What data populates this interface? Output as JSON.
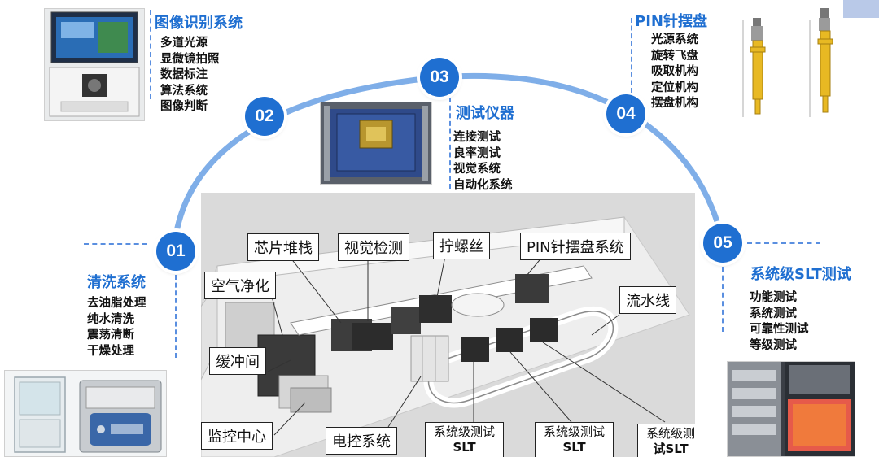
{
  "colors": {
    "accent": "#1f6fd1",
    "dash": "#5a8fe0",
    "label_border": "#222222",
    "factory_bg": "#dadada"
  },
  "stages": [
    {
      "num": "01",
      "title": "清洗系统",
      "items": [
        "去油脂处理",
        "纯水清洗",
        "震荡清断",
        "干燥处理"
      ]
    },
    {
      "num": "02",
      "title": "图像识别系统",
      "items": [
        "多道光源",
        "显微镜拍照",
        "数据标注",
        "算法系统",
        "图像判断"
      ]
    },
    {
      "num": "03",
      "title": "测试仪器",
      "items": [
        "连接测试",
        "良率测试",
        "视觉系统",
        "自动化系统"
      ]
    },
    {
      "num": "04",
      "title": "PIN针摆盘",
      "items": [
        "光源系统",
        "旋转飞盘",
        "吸取机构",
        "定位机构",
        "摆盘机构"
      ]
    },
    {
      "num": "05",
      "title": "系统级SLT测试",
      "items": [
        "功能测试",
        "系统测试",
        "可靠性测试",
        "等级测试"
      ]
    }
  ],
  "factory_labels": {
    "chip_stack": "芯片堆栈",
    "visual_inspection": "视觉检测",
    "screw": "拧螺丝",
    "pin_system": "PIN针摆盘系统",
    "air_clean": "空气净化",
    "pipeline": "流水线",
    "buffer": "缓冲间",
    "monitor": "监控中心",
    "electric": "电控系统",
    "slt1_line1": "系统级测试",
    "slt1_line2": "SLT",
    "slt2_line1": "系统级测试",
    "slt2_line2": "SLT",
    "slt3_line1": "系统级测",
    "slt3_line2": "试SLT"
  }
}
